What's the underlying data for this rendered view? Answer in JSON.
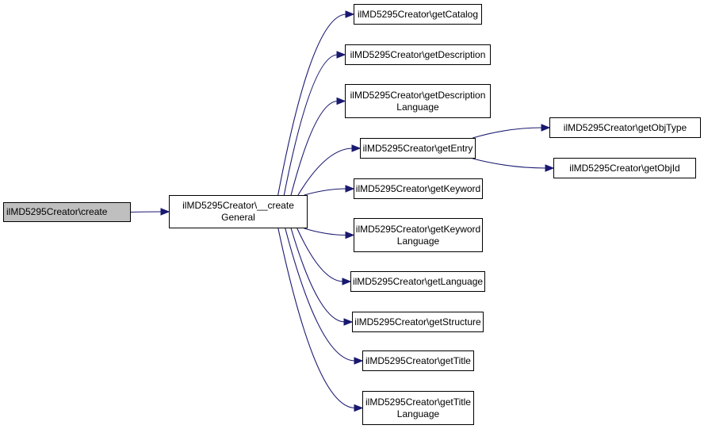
{
  "colors": {
    "edge": "#191970",
    "root_fill": "#bfbfbf",
    "node_fill": "#ffffff",
    "border": "#000000"
  },
  "nodes": {
    "create": "ilMD5295Creator\\create",
    "create_general": "ilMD5295Creator\\__create\nGeneral",
    "get_catalog": "ilMD5295Creator\\getCatalog",
    "get_description": "ilMD5295Creator\\getDescription",
    "get_description_language": "ilMD5295Creator\\getDescription\nLanguage",
    "get_entry": "ilMD5295Creator\\getEntry",
    "get_obj_type": "ilMD5295Creator\\getObjType",
    "get_obj_id": "ilMD5295Creator\\getObjId",
    "get_keyword": "ilMD5295Creator\\getKeyword",
    "get_keyword_language": "ilMD5295Creator\\getKeyword\nLanguage",
    "get_language": "ilMD5295Creator\\getLanguage",
    "get_structure": "ilMD5295Creator\\getStructure",
    "get_title": "ilMD5295Creator\\getTitle",
    "get_title_language": "ilMD5295Creator\\getTitle\nLanguage"
  },
  "edges": [
    [
      "create",
      "create_general"
    ],
    [
      "create_general",
      "get_catalog"
    ],
    [
      "create_general",
      "get_description"
    ],
    [
      "create_general",
      "get_description_language"
    ],
    [
      "create_general",
      "get_entry"
    ],
    [
      "create_general",
      "get_keyword"
    ],
    [
      "create_general",
      "get_keyword_language"
    ],
    [
      "create_general",
      "get_language"
    ],
    [
      "create_general",
      "get_structure"
    ],
    [
      "create_general",
      "get_title"
    ],
    [
      "create_general",
      "get_title_language"
    ],
    [
      "get_entry",
      "get_obj_type"
    ],
    [
      "get_entry",
      "get_obj_id"
    ]
  ]
}
